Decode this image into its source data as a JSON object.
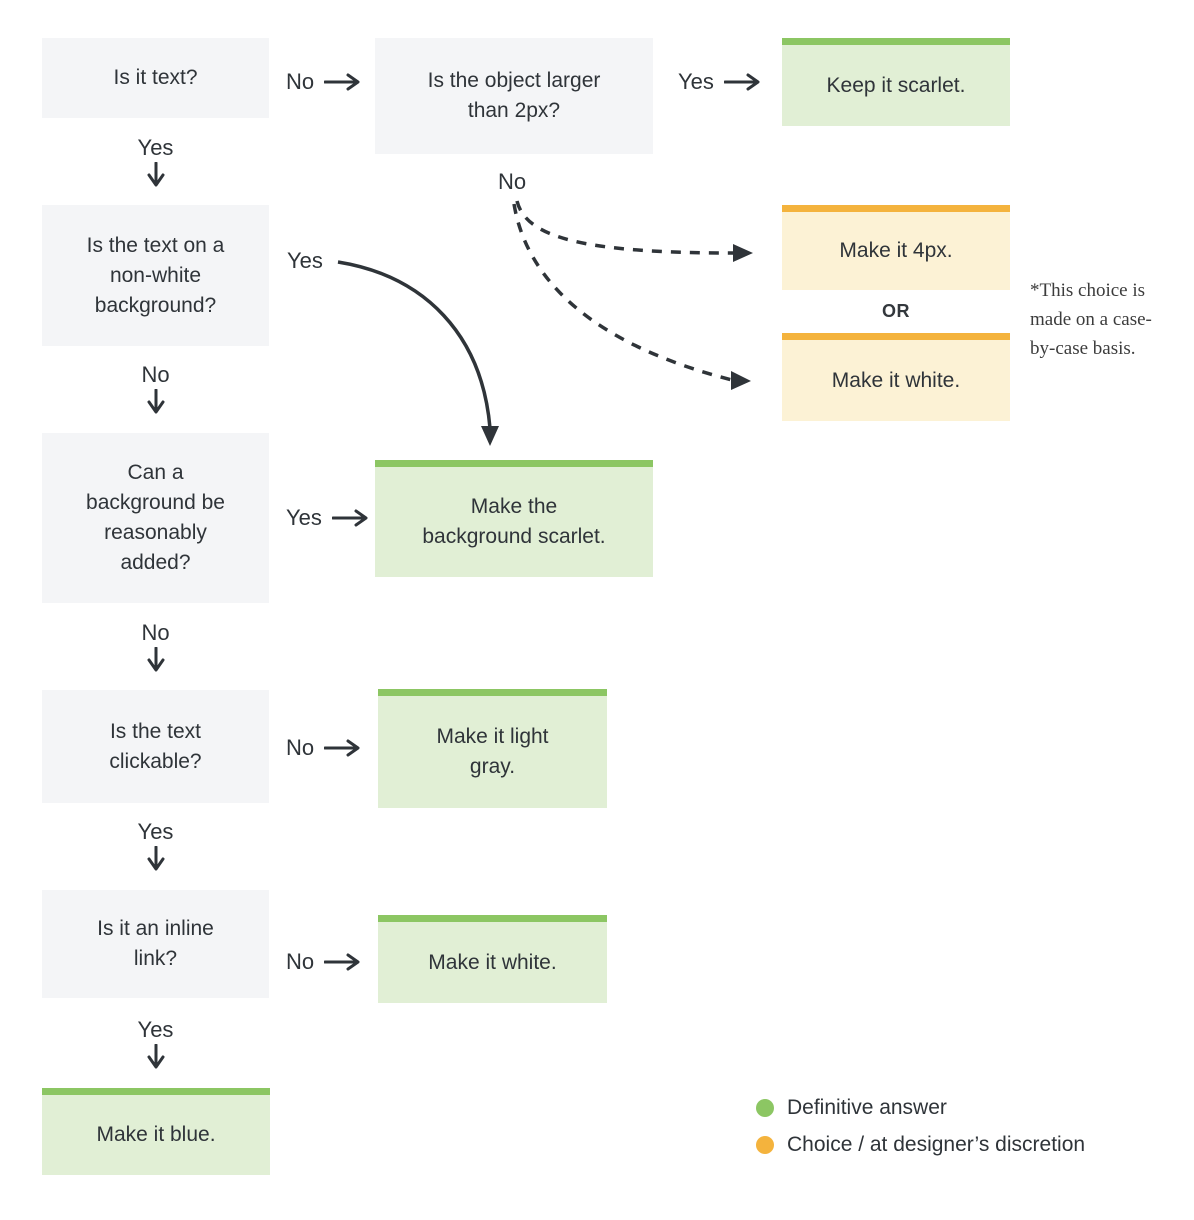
{
  "palette": {
    "question_bg": "#f4f5f7",
    "green_bg": "#e1efd5",
    "green_border": "#8cc663",
    "orange_bg": "#fcf2d5",
    "orange_border": "#f4b33d",
    "ink": "#2f3439"
  },
  "labels": {
    "yes": "Yes",
    "no": "No",
    "or": "OR"
  },
  "flow": {
    "q_is_text": "Is it text?",
    "q_larger_2px": "Is the object larger\nthan 2px?",
    "a_keep_scarlet": "Keep it scarlet.",
    "q_nonwhite_bg": "Is the text on a\nnon-white\nbackground?",
    "a_make_4px": "Make it 4px.",
    "a_make_white_choice": "Make it white.",
    "q_bg_added": "Can a\nbackground be\nreasonably\nadded?",
    "a_bg_scarlet": "Make the\nbackground scarlet.",
    "q_clickable": "Is the text\nclickable?",
    "a_light_gray": "Make it light\ngray.",
    "q_inline_link": "Is it an inline\nlink?",
    "a_make_white": "Make it white.",
    "a_make_blue": "Make it blue."
  },
  "footnote": "*This choice is\nmade on a case-\nby-case basis.",
  "legend": {
    "definitive": "Definitive answer",
    "choice": "Choice / at designer’s discretion"
  }
}
